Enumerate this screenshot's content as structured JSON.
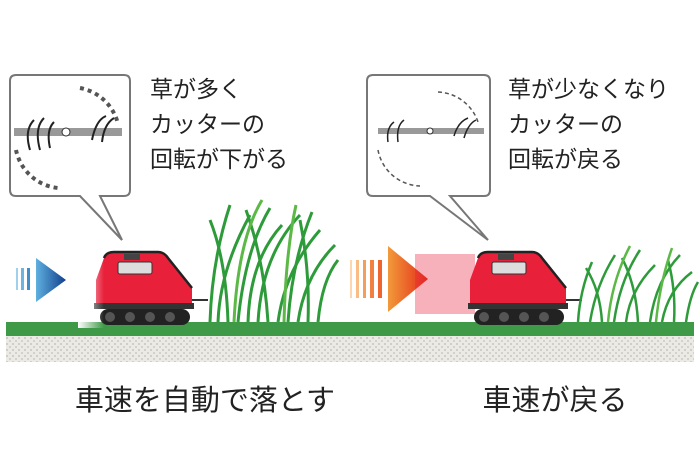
{
  "left_panel": {
    "bubble_lines": [
      "草が多く",
      "カッターの",
      "回転が下がる"
    ],
    "caption": "車速を自動で落とす",
    "arrow_color": "#1a5fa8"
  },
  "right_panel": {
    "bubble_lines": [
      "草が少なくなり",
      "カッターの",
      "回転が戻る"
    ],
    "caption": "車速が戻る",
    "arrow_color": "#e8401c"
  },
  "colors": {
    "robot_body": "#e8203a",
    "grass": "#2e9b3a",
    "ground_top": "#3f9a47",
    "ground_soil": "#e6e6e0"
  }
}
